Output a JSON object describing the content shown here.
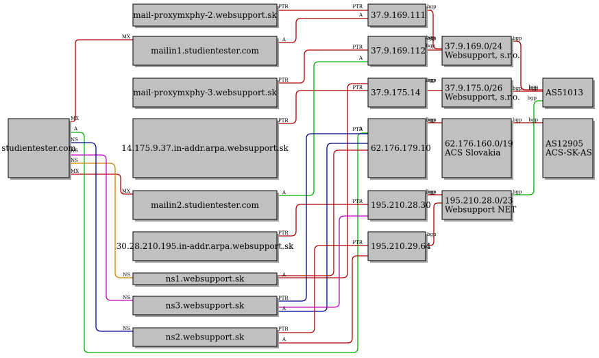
{
  "colors": {
    "node_fill": "#c0c0c0",
    "red": "#b00000",
    "green": "#00b000",
    "blue": "#000090",
    "magenta": "#c000c0",
    "orange": "#d08000"
  },
  "nodes": [
    {
      "id": "studientester",
      "lines": [
        "studientester.com"
      ]
    },
    {
      "id": "mail-proxy-2",
      "lines": [
        "mail-proxymxphy-2.websupport.sk"
      ]
    },
    {
      "id": "mailin1",
      "lines": [
        "mailin1.studientester.com"
      ]
    },
    {
      "id": "mail-proxy-3",
      "lines": [
        "mail-proxymxphy-3.websupport.sk"
      ]
    },
    {
      "id": "rdns-37-175-14",
      "lines": [
        "14.175.9.37.in-addr.arpa.websupport.sk"
      ]
    },
    {
      "id": "mailin2",
      "lines": [
        "mailin2.studientester.com"
      ]
    },
    {
      "id": "rdns-195-28-30",
      "lines": [
        "30.28.210.195.in-addr.arpa.websupport.sk"
      ]
    },
    {
      "id": "ns1",
      "lines": [
        "ns1.websupport.sk"
      ]
    },
    {
      "id": "ns3",
      "lines": [
        "ns3.websupport.sk"
      ]
    },
    {
      "id": "ns2",
      "lines": [
        "ns2.websupport.sk"
      ]
    },
    {
      "id": "ip-37-169-111",
      "lines": [
        "37.9.169.111"
      ]
    },
    {
      "id": "ip-37-169-112",
      "lines": [
        "37.9.169.112"
      ]
    },
    {
      "id": "ip-37-175-14",
      "lines": [
        "37.9.175.14"
      ]
    },
    {
      "id": "ip-62-176-179-10",
      "lines": [
        "62.176.179.10"
      ]
    },
    {
      "id": "ip-195-28-30",
      "lines": [
        "195.210.28.30"
      ]
    },
    {
      "id": "ip-195-29-64",
      "lines": [
        "195.210.29.64"
      ]
    },
    {
      "id": "net-37-169",
      "lines": [
        "37.9.169.0/24",
        "Websupport, s.r.o."
      ]
    },
    {
      "id": "net-37-175",
      "lines": [
        "37.9.175.0/26",
        "Websupport, s.r.o."
      ]
    },
    {
      "id": "net-62-176",
      "lines": [
        "62.176.160.0/19",
        "ACS Slovakia"
      ]
    },
    {
      "id": "net-195-28",
      "lines": [
        "195.210.28.0/23",
        "Websupport NET"
      ]
    },
    {
      "id": "as51013",
      "lines": [
        "AS51013"
      ]
    },
    {
      "id": "as12905",
      "lines": [
        "AS12905",
        "ACS-SK-AS"
      ]
    }
  ],
  "edges": [
    {
      "id": "mx-mailin1",
      "color": "red",
      "labels": [
        "MX",
        "MX"
      ]
    },
    {
      "id": "mx-mailin2",
      "color": "red",
      "labels": [
        "MX",
        "MX"
      ]
    },
    {
      "id": "a-62",
      "color": "green",
      "labels": [
        "A",
        "A"
      ]
    },
    {
      "id": "ns-ns1",
      "color": "orange",
      "labels": [
        "NS",
        "NS"
      ]
    },
    {
      "id": "ns-ns3",
      "color": "magenta",
      "labels": [
        "NS",
        "NS"
      ]
    },
    {
      "id": "ns-ns2",
      "color": "blue",
      "labels": [
        "NS",
        "NS"
      ]
    },
    {
      "id": "ptr-169-111",
      "color": "red",
      "labels": [
        "PTR",
        "PTR"
      ]
    },
    {
      "id": "a-169-111",
      "color": "red",
      "labels": [
        "A",
        "A"
      ]
    },
    {
      "id": "ptr-169-112",
      "color": "red",
      "labels": [
        "PTR",
        "PTR"
      ]
    },
    {
      "id": "ptr-175-14",
      "color": "red",
      "labels": [
        "PTR",
        "PTR"
      ]
    },
    {
      "id": "a-mailin2",
      "color": "green",
      "labels": [
        "A",
        "A"
      ]
    },
    {
      "id": "ptr-195-28-30",
      "color": "red",
      "labels": [
        "PTR",
        "PTR"
      ]
    },
    {
      "id": "a-ns1",
      "color": "red",
      "labels": [
        "A"
      ]
    },
    {
      "id": "ptr-ns3",
      "color": "blue",
      "labels": [
        "PTR",
        "PTR"
      ]
    },
    {
      "id": "a-ns3",
      "color": "blue",
      "labels": [
        "A"
      ]
    },
    {
      "id": "ptr-ns2",
      "color": "red",
      "labels": [
        "PTR",
        "PTR"
      ]
    },
    {
      "id": "a-ns2",
      "color": "red",
      "labels": [
        "A"
      ]
    },
    {
      "id": "ns1-extra",
      "color": "magenta",
      "labels": []
    },
    {
      "id": "ns3-extra",
      "color": "red",
      "labels": []
    },
    {
      "id": "bgp-111",
      "color": "red",
      "labels": [
        "bgp",
        "bgp"
      ]
    },
    {
      "id": "bgp-112",
      "color": "red",
      "labels": [
        "bgp",
        "bgp"
      ]
    },
    {
      "id": "bgp-175",
      "color": "red",
      "labels": [
        "bgp",
        "bgp"
      ]
    },
    {
      "id": "bgp-62",
      "color": "red",
      "labels": [
        "bgp",
        "bgp"
      ]
    },
    {
      "id": "bgp-195-30",
      "color": "red",
      "labels": [
        "bgp",
        "bgp"
      ]
    },
    {
      "id": "bgp-195-64",
      "color": "red",
      "labels": [
        "bgp"
      ]
    },
    {
      "id": "bgp-net169-as",
      "color": "red",
      "labels": [
        "bgp",
        "bgp"
      ]
    },
    {
      "id": "bgp-net175-as",
      "color": "red",
      "labels": [
        "bgp",
        "bgp"
      ]
    },
    {
      "id": "bgp-net62-as",
      "color": "red",
      "labels": [
        "bgp",
        "bgp"
      ]
    },
    {
      "id": "bgp-net195-as",
      "color": "green",
      "labels": [
        "bgp",
        "bgp"
      ]
    }
  ]
}
